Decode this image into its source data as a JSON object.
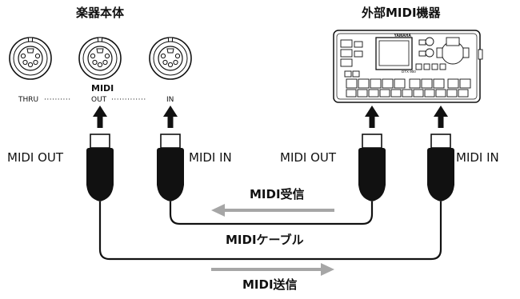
{
  "headings": {
    "instrument": "楽器本体",
    "external_device": "外部MIDI機器"
  },
  "instrument_ports": {
    "group_label": "MIDI",
    "thru": "THRU",
    "out": "OUT",
    "in": "IN",
    "thru_out_dots": "··········",
    "out_in_dots": "·············"
  },
  "device": {
    "brand": "YAMAHA",
    "model": "DTX 900"
  },
  "cable_ends": {
    "left_out": "MIDI OUT",
    "left_in": "MIDI IN",
    "right_out": "MIDI OUT",
    "right_in": "MIDI IN"
  },
  "flows": {
    "receive": "MIDI受信",
    "cable": "MIDIケーブル",
    "send": "MIDI送信"
  },
  "colors": {
    "line": "#111111",
    "flow_arrow": "#a6a6a6"
  }
}
